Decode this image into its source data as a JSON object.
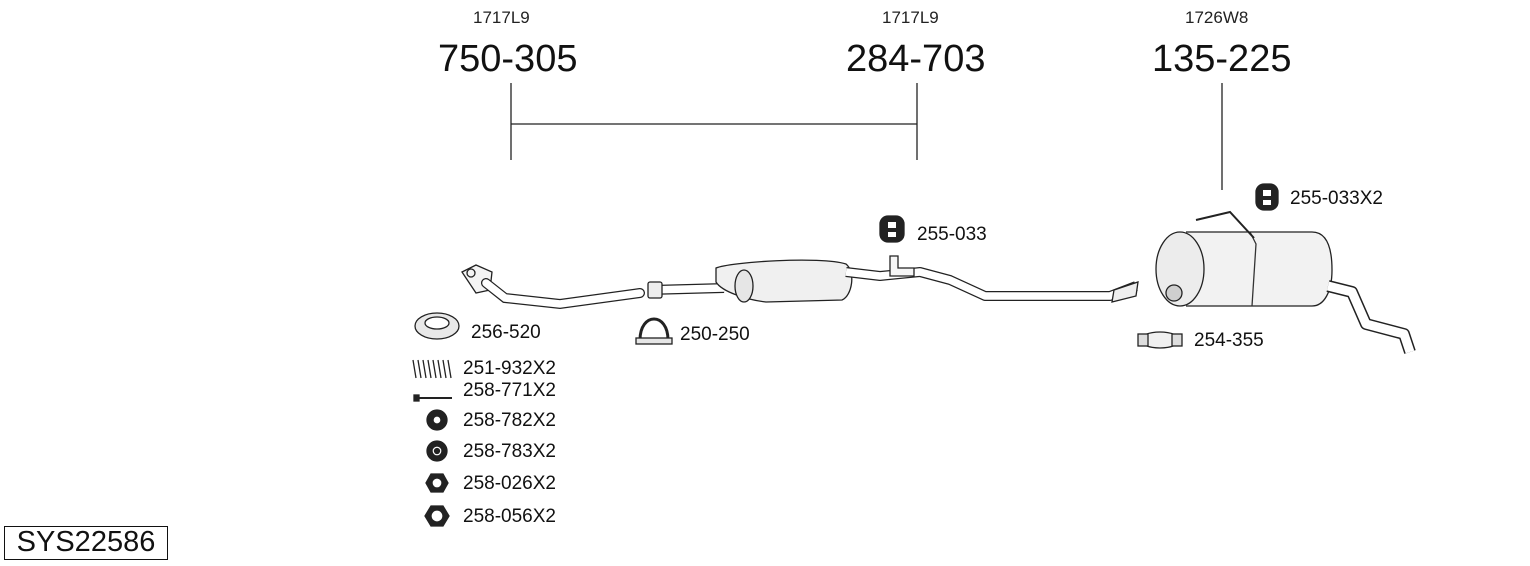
{
  "assemblies": [
    {
      "oe_ref": "1717L9",
      "part_no": "750-305"
    },
    {
      "oe_ref": "1717L9",
      "part_no": "284-703"
    },
    {
      "oe_ref": "1726W8",
      "part_no": "135-225"
    }
  ],
  "accessories": {
    "gasket": "256-520",
    "spring": "251-932X2",
    "bolt": "258-771X2",
    "bush_stepped": "258-782X2",
    "bush_ring": "258-783X2",
    "nut_small": "258-026X2",
    "nut_large": "258-056X2",
    "clamp_front": "250-250",
    "hanger_mid": "255-033",
    "hanger_rear": "255-033X2",
    "clamp_rear": "254-355"
  },
  "system_code": "SYS22586"
}
